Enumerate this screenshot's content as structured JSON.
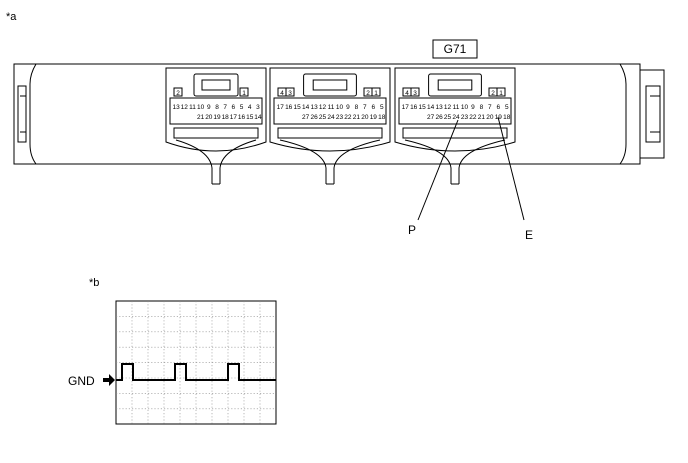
{
  "panel_a": {
    "tag": "*a",
    "connector_id": "G71",
    "callouts": {
      "p": "P",
      "e": "E"
    },
    "connectors": [
      {
        "top_row": [
          "2",
          "1"
        ],
        "pin_row_1": [
          "13",
          "12",
          "11",
          "10",
          "9",
          "8",
          "7",
          "6",
          "5",
          "4",
          "3"
        ],
        "pin_row_2": [
          "21",
          "20",
          "19",
          "18",
          "17",
          "16",
          "15",
          "14"
        ]
      },
      {
        "top_row": [
          "4",
          "3",
          "2",
          "1"
        ],
        "pin_row_1": [
          "17",
          "16",
          "15",
          "14",
          "13",
          "12",
          "11",
          "10",
          "9",
          "8",
          "7",
          "6",
          "5"
        ],
        "pin_row_2": [
          "27",
          "26",
          "25",
          "24",
          "23",
          "22",
          "21",
          "20",
          "19",
          "18"
        ]
      },
      {
        "top_row": [
          "4",
          "3",
          "2",
          "1"
        ],
        "pin_row_1": [
          "17",
          "16",
          "15",
          "14",
          "13",
          "12",
          "11",
          "10",
          "9",
          "8",
          "7",
          "6",
          "5"
        ],
        "pin_row_2": [
          "27",
          "26",
          "25",
          "24",
          "23",
          "22",
          "21",
          "20",
          "19",
          "18"
        ]
      }
    ]
  },
  "panel_b": {
    "tag": "*b",
    "ground_label": "GND",
    "pulse_count": 3
  }
}
